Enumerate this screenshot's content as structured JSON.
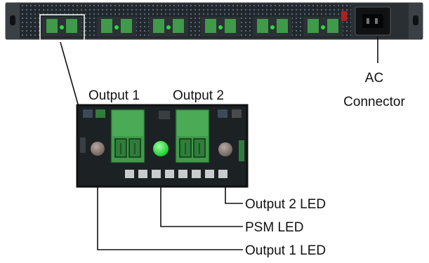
{
  "labels": {
    "ac_connector_line1": "AC",
    "ac_connector_line2": "Connector",
    "output1": "Output 1",
    "output2": "Output 2",
    "output2_led": "Output 2 LED",
    "psm_led": "PSM LED",
    "output1_led": "Output 1 LED"
  },
  "colors": {
    "chassis": "#1e2326",
    "terminal_block": "#3f9a4a",
    "psm_led_on": "#22e03a",
    "output_led_off": "#8a7a72",
    "leader_line": "#111111"
  }
}
